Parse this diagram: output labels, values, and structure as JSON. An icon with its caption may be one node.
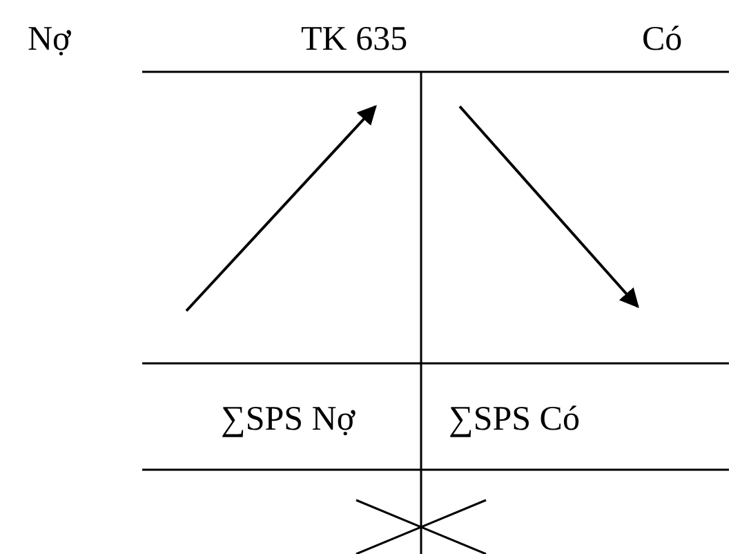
{
  "diagram": {
    "labels": [
      "Nợ",
      "TK 635",
      "Có",
      "∑SPS Nợ",
      "∑SPS Có"
    ]
  }
}
